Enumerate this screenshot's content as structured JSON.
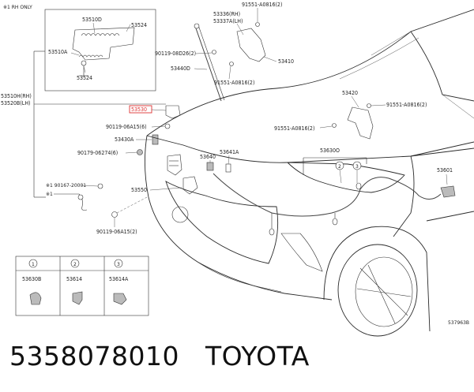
{
  "note": "※1  RH ONLY",
  "diagram_code": "537963B",
  "labels": {
    "p53510D": "53510D",
    "p53524a": "53524",
    "p53510A": "53510A",
    "p53524b": "53524",
    "p53510H": "53510H(RH)",
    "p53520B": "53520B(LH)",
    "p53530": "53530",
    "p90119a": "90119-06A15(6)",
    "p53430A": "53430A",
    "p90179": "90179-06274(6)",
    "p90167": "※1 90167-20001",
    "star1": "※1",
    "p53550": "53550",
    "p90119b": "90119-06A15(2)",
    "p53336": "53336(RH)",
    "p53337": "53337A(LH)",
    "p91551a": "91551-A0816(2)",
    "p90119c": "90119-08D26(2)",
    "p53410": "53410",
    "p53440D": "53440D",
    "p91551b": "91551-A0816(2)",
    "p53420": "53420",
    "p91551c": "91551-A0816(2)",
    "p91551d": "91551-A0816(2)",
    "p53641A": "53641A",
    "p53640": "53640",
    "p53630O": "53630O",
    "p53601": "53601"
  },
  "legend": [
    {
      "num": "1",
      "part": "53630B"
    },
    {
      "num": "2",
      "part": "53614"
    },
    {
      "num": "3",
      "part": "53614A"
    }
  ],
  "callouts": {
    "c2": "2",
    "c3": "3"
  },
  "footer": {
    "part_number": "5358078010",
    "brand": "TOYOTA"
  }
}
